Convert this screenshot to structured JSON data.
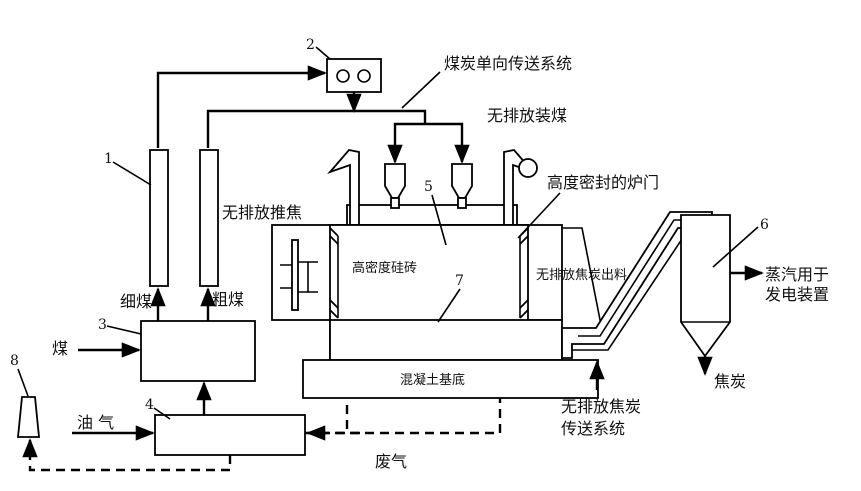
{
  "labels": {
    "coal_conveyor": "煤炭单向传送系统",
    "no_emission_charging": "无排放装煤",
    "sealed_door": "高度密封的炉门",
    "no_emission_pushing": "无排放推焦",
    "fine_coal": "细煤",
    "coarse_coal": "粗煤",
    "coal": "煤",
    "oil_gas": "油  气",
    "waste_gas": "废气",
    "silica_brick": "高密度硅砖",
    "concrete_base": "混凝土基底",
    "no_emission_coke_discharge": "无排放焦炭出料",
    "no_emission_coke_transport_1": "无排放焦炭",
    "no_emission_coke_transport_2": "传送系统",
    "steam_1": "蒸汽用于",
    "steam_2": "发电装置",
    "coke": "焦炭"
  },
  "numbers": {
    "n1": "1",
    "n2": "2",
    "n3": "3",
    "n4": "4",
    "n5": "5",
    "n6": "6",
    "n7": "7",
    "n8": "8"
  }
}
